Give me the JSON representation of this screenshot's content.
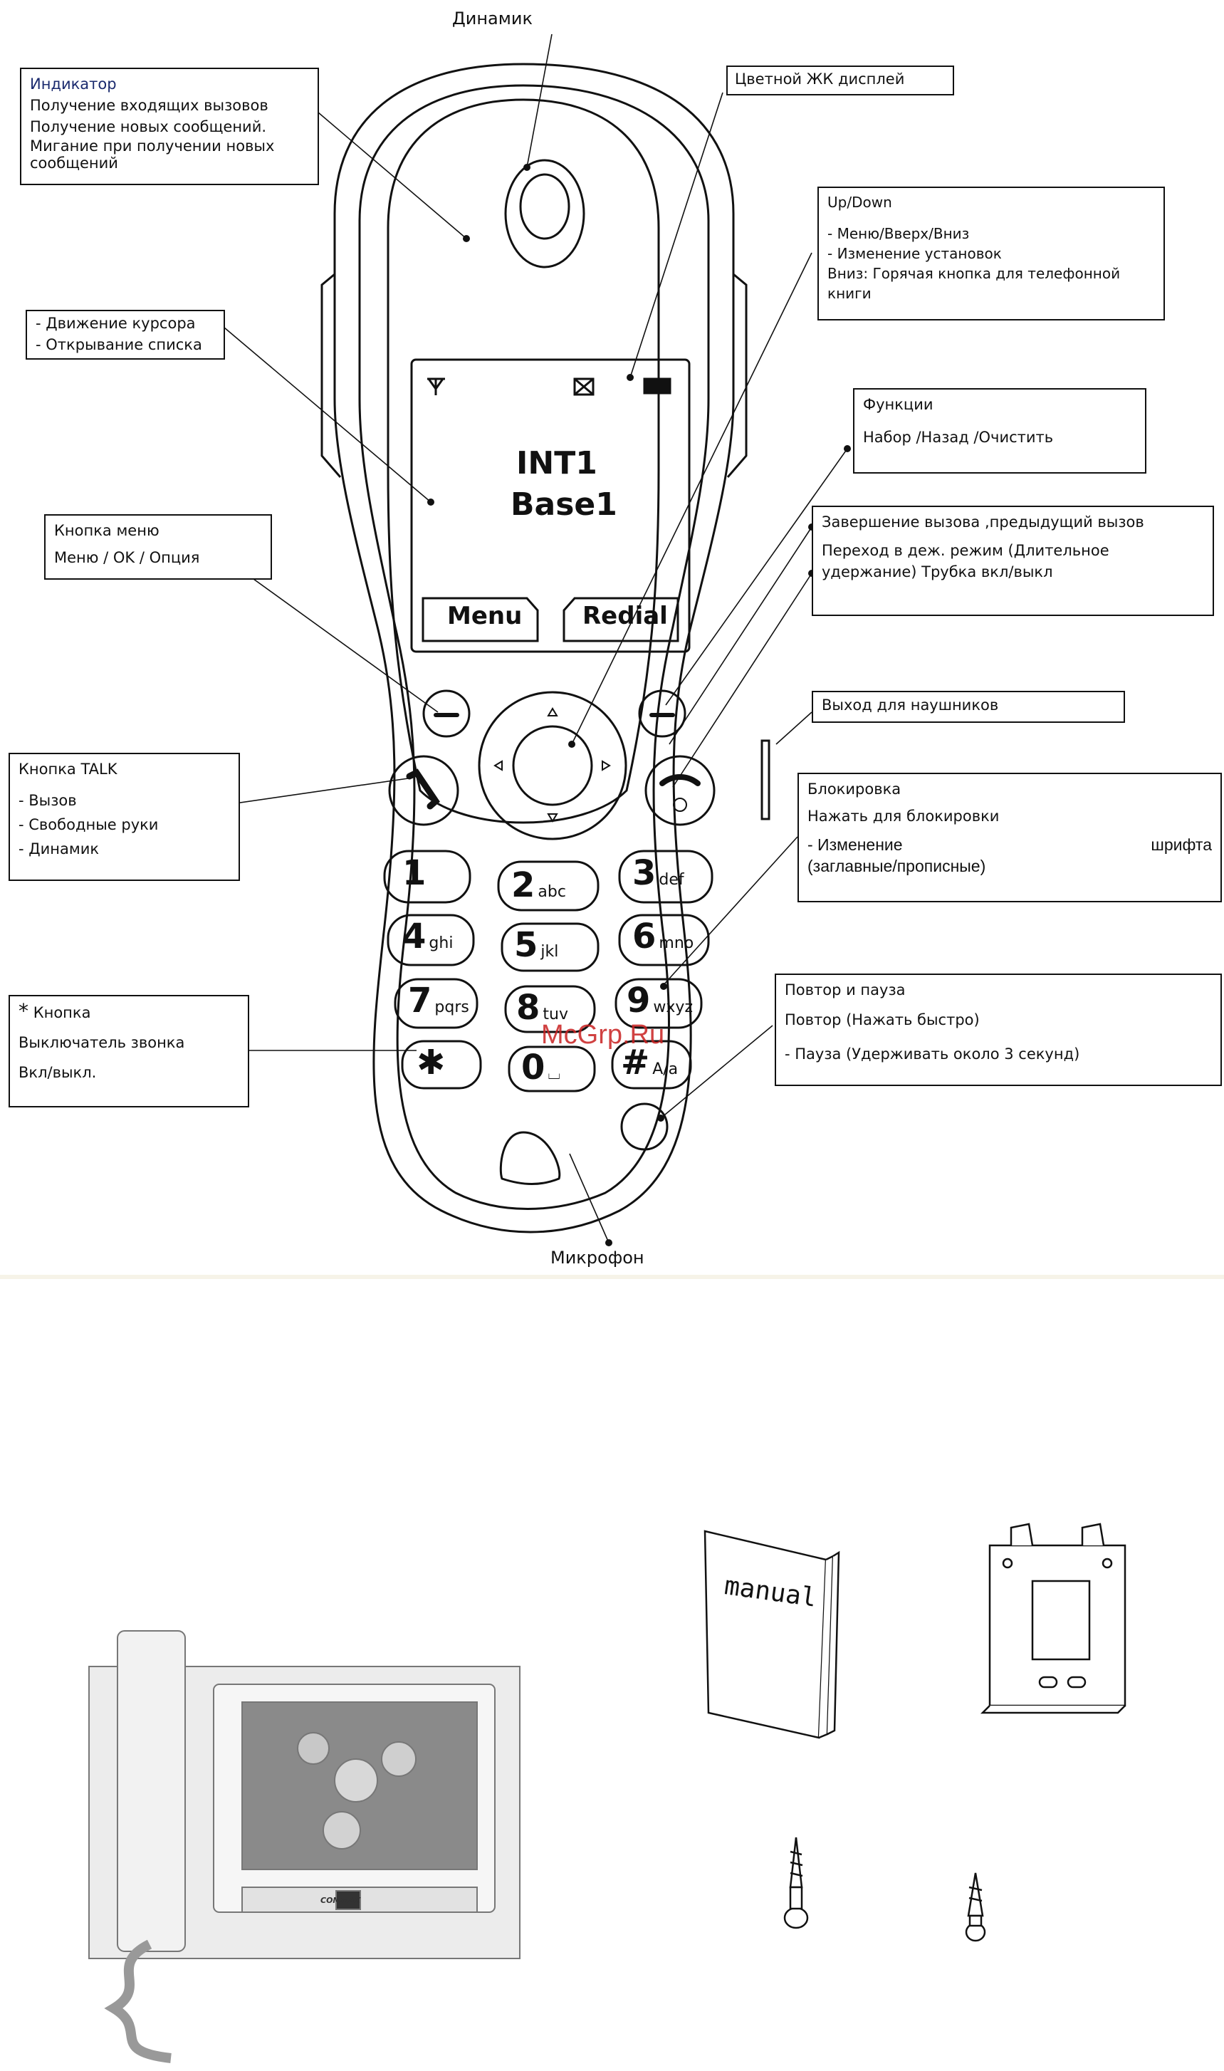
{
  "labels": {
    "speaker": "Динамик",
    "microphone": "Микрофон",
    "indicator": {
      "title": "Индикатор",
      "lines": [
        "Получение входящих вызовов",
        "Получение новых сообщений.",
        "Мигание при получении новых",
        "сообщений"
      ]
    },
    "display": "Цветной ЖК дисплей",
    "updown": {
      "title": "Up/Down",
      "lines": [
        "- Меню/Вверх/Вниз",
        "- Изменение установок",
        "Вниз: Горячая кнопка для телефонной",
        "книги"
      ]
    },
    "cursor": {
      "lines": [
        "- Движение курсора",
        "- Открывание списка"
      ]
    },
    "functions": {
      "title": "Функции",
      "lines": [
        "Набор /Назад /Очистить"
      ]
    },
    "menu_key": {
      "title": "Кнопка меню",
      "lines": [
        "Меню / OK / Опция"
      ]
    },
    "end_call": {
      "title": "Завершение вызова ,предыдущий вызов",
      "lines": [
        "Переход в деж. режим  (Длительное",
        "удержание)  Трубка вкл/выкл"
      ]
    },
    "headset": "Выход для наушников",
    "talk": {
      "title": "Кнопка TALK",
      "lines": [
        "- Вызов",
        "- Свободные руки",
        "- Динамик"
      ]
    },
    "lock": {
      "title": "Блокировка",
      "lines": [
        "Нажать для блокировки",
        "- Изменение",
        "шрифта",
        "(заглавные/прописные)"
      ]
    },
    "star": {
      "title": "Кнопка",
      "lines": [
        "Выключатель звонка",
        "Вкл/выкл."
      ]
    },
    "repeat": {
      "title": "Повтор и пауза",
      "lines": [
        "Повтор  (Нажать быстро)",
        "- Пауза (Удерживать около 3 секунд)"
      ]
    }
  },
  "phone_screen": {
    "line1": "INT1",
    "line2": "Base1",
    "softkey_left": "Menu",
    "softkey_right": "Redial"
  },
  "keypad": [
    {
      "digit": "1",
      "letters": ""
    },
    {
      "digit": "2",
      "letters": "abc"
    },
    {
      "digit": "3",
      "letters": "def"
    },
    {
      "digit": "4",
      "letters": "ghi"
    },
    {
      "digit": "5",
      "letters": "jkl"
    },
    {
      "digit": "6",
      "letters": "mno"
    },
    {
      "digit": "7",
      "letters": "pqrs"
    },
    {
      "digit": "8",
      "letters": "tuv"
    },
    {
      "digit": "9",
      "letters": "wxyz"
    },
    {
      "digit": "✱",
      "letters": ""
    },
    {
      "digit": "0",
      "letters": "⌴"
    },
    {
      "digit": "#",
      "letters": "A/a"
    }
  ],
  "watermark": "McGrp.Ru",
  "accessories": {
    "manual_label": "manual",
    "brand": "COMMAX"
  },
  "colors": {
    "watermark": "#c82020",
    "indicator_title": "#1a2a6e"
  }
}
